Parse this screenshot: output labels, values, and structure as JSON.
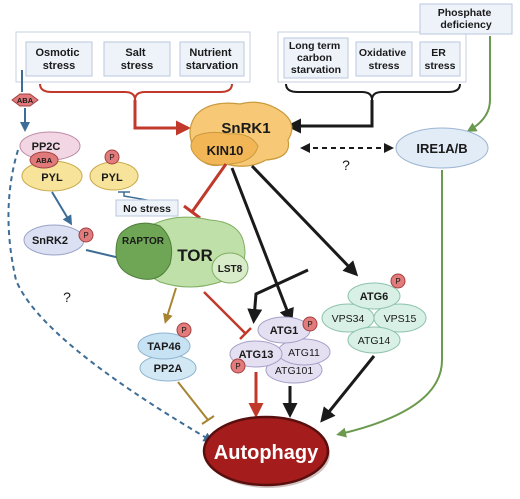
{
  "stresses_left": [
    "Osmotic\nstress",
    "Salt\nstress",
    "Nutrient\nstarvation"
  ],
  "stresses_right": [
    "Long term\ncarbon\nstarvation",
    "Oxidative\nstress",
    "ER\nstress"
  ],
  "phosphate": "Phosphate\ndeficiency",
  "aba": "ABA",
  "pp2c": "PP2C",
  "pyl": "PYL",
  "p": "P",
  "no_stress": "No stress",
  "snrk2": "SnRK2",
  "raptor": "RAPTOR",
  "tor": "TOR",
  "lst8": "LST8",
  "snrk1": "SnRK1",
  "kin10": "KIN10",
  "ire1": "IRE1A/B",
  "question": "?",
  "atg6_complex": [
    "ATG6",
    "VPS34",
    "VPS15",
    "ATG14"
  ],
  "atg1_complex": [
    "ATG1",
    "ATG13",
    "ATG11",
    "ATG101"
  ],
  "tap46": "TAP46",
  "pp2a": "PP2A",
  "autophagy": "Autophagy",
  "colors": {
    "red": "#c0392b",
    "black": "#1a1a1a",
    "green": "#6a9a4e",
    "blue": "#3d6d96",
    "gold": "#a68432",
    "tor_green": "#bfe0a8",
    "raptor_green": "#6ea655",
    "snrk1_orange": "#f7c976",
    "autophagy_red": "#a51c1c"
  }
}
